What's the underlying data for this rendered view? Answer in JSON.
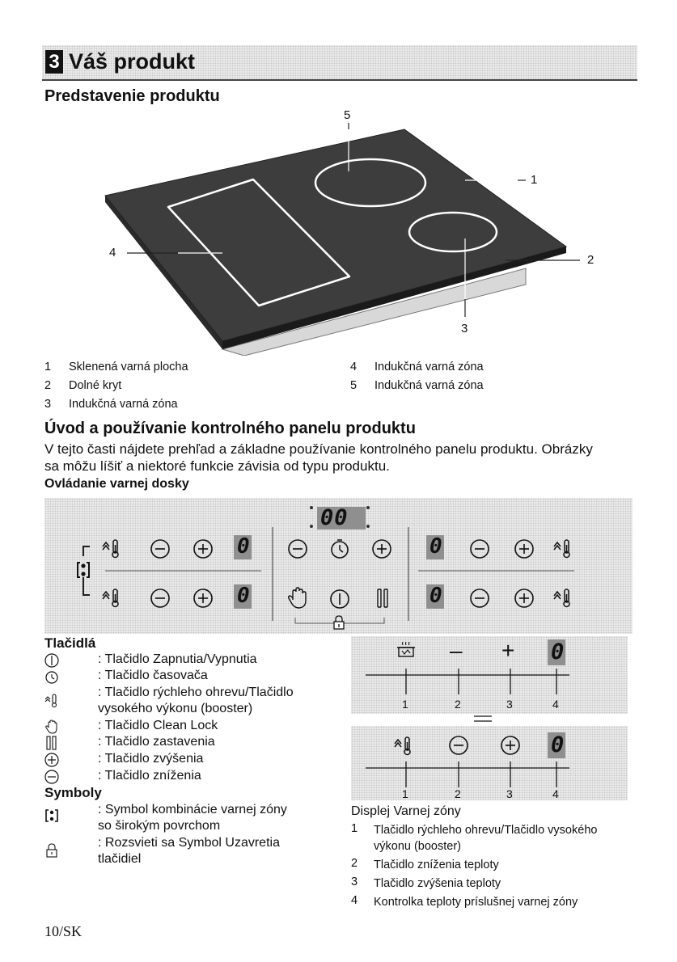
{
  "section": {
    "number": "3",
    "title": "Váš produkt"
  },
  "heading1": "Predstavenie produktu",
  "figure": {
    "callouts": [
      "5",
      "1",
      "4",
      "2",
      "3"
    ]
  },
  "legend": [
    {
      "n": "1",
      "text": "Sklenená varná plocha"
    },
    {
      "n": "2",
      "text": "Dolné kryt"
    },
    {
      "n": "3",
      "text": "Indukčná varná zóna"
    },
    {
      "n": "4",
      "text": "Indukčná varná zóna"
    },
    {
      "n": "5",
      "text": "Indukčná varná zóna"
    }
  ],
  "heading2": "Úvod a používanie kontrolného panelu produktu",
  "intro": [
    "V tejto časti nájdete prehľad a základne používanie kontrolného panelu produktu. Obrázky",
    "sa môžu líšiť a niektoré funkcie závisia od typu produktu."
  ],
  "heading3": "Ovládanie varnej dosky",
  "panel": {
    "timer_display": "00",
    "zone_display": "0"
  },
  "buttons_heading": "Tlačidlá",
  "buttons": [
    {
      "icon": "power-icon",
      "text": ": Tlačidlo Zapnutia/Vypnutia"
    },
    {
      "icon": "timer-icon",
      "text": ": Tlačidlo časovača"
    },
    {
      "icon": "booster-icon",
      "text": ": Tlačidlo rýchleho ohrevu/Tlačidlo",
      "text2": "vysokého výkonu (booster)"
    },
    {
      "icon": "hand-icon",
      "text": ": Tlačidlo Clean Lock"
    },
    {
      "icon": "pause-icon",
      "text": ": Tlačidlo zastavenia"
    },
    {
      "icon": "plus-icon",
      "text": ": Tlačidlo zvýšenia"
    },
    {
      "icon": "minus-icon",
      "text": ": Tlačidlo zníženia"
    }
  ],
  "symbols_heading": "Symboly",
  "symbols": [
    {
      "icon": "zone-combination-icon",
      "text": ": Symbol kombinácie varnej zóny",
      "text2": "so širokým povrchom"
    },
    {
      "icon": "lock-icon",
      "text": ": Rozsvieti sa Symbol Uzavretia",
      "text2": "tlačidiel"
    }
  ],
  "zone_diagram": {
    "numbers": [
      "1",
      "2",
      "3",
      "4"
    ],
    "digit": "0",
    "top_minus": "–",
    "top_plus": "+"
  },
  "zone_display_title": "Displej Varnej zóny",
  "zone_legend": [
    {
      "n": "1",
      "text": "Tlačidlo rýchleho ohrevu/Tlačidlo vysokého",
      "text2": "výkonu (booster)"
    },
    {
      "n": "2",
      "text": "Tlačidlo zníženia teploty"
    },
    {
      "n": "3",
      "text": "Tlačidlo zvýšenia teploty"
    },
    {
      "n": "4",
      "text": "Kontrolka teploty príslušnej varnej zóny"
    }
  ],
  "footer": "10/SK"
}
